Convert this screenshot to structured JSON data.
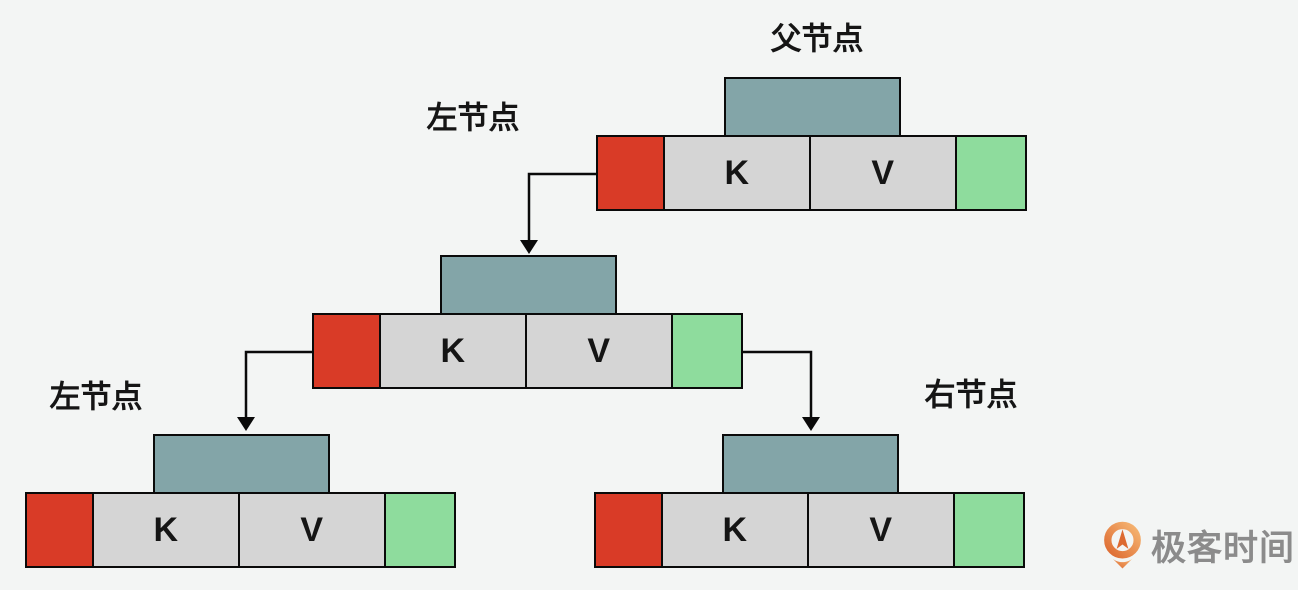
{
  "labels": {
    "parent": "父节点",
    "left_child": "左节点",
    "left_leaf": "左节点",
    "right_leaf": "右节点"
  },
  "nodes": {
    "parent": {
      "key": "K",
      "value": "V"
    },
    "left_child": {
      "key": "K",
      "value": "V"
    },
    "left_leaf": {
      "key": "K",
      "value": "V"
    },
    "right_leaf": {
      "key": "K",
      "value": "V"
    }
  },
  "logo": {
    "text": "极客时间",
    "icon": "geektime-pin-icon"
  },
  "colors": {
    "bg": "#f3f5f4",
    "header_teal": "#83a5a8",
    "pointer_red": "#d93b27",
    "pointer_green": "#8edc9d",
    "cell_gray": "#d5d5d5",
    "line_black": "#0a0a0a",
    "label_black": "#151515",
    "logo_gray": "#8b8b8b",
    "logo_orange_1": "#f6b673",
    "logo_orange_2": "#dd6a31"
  }
}
